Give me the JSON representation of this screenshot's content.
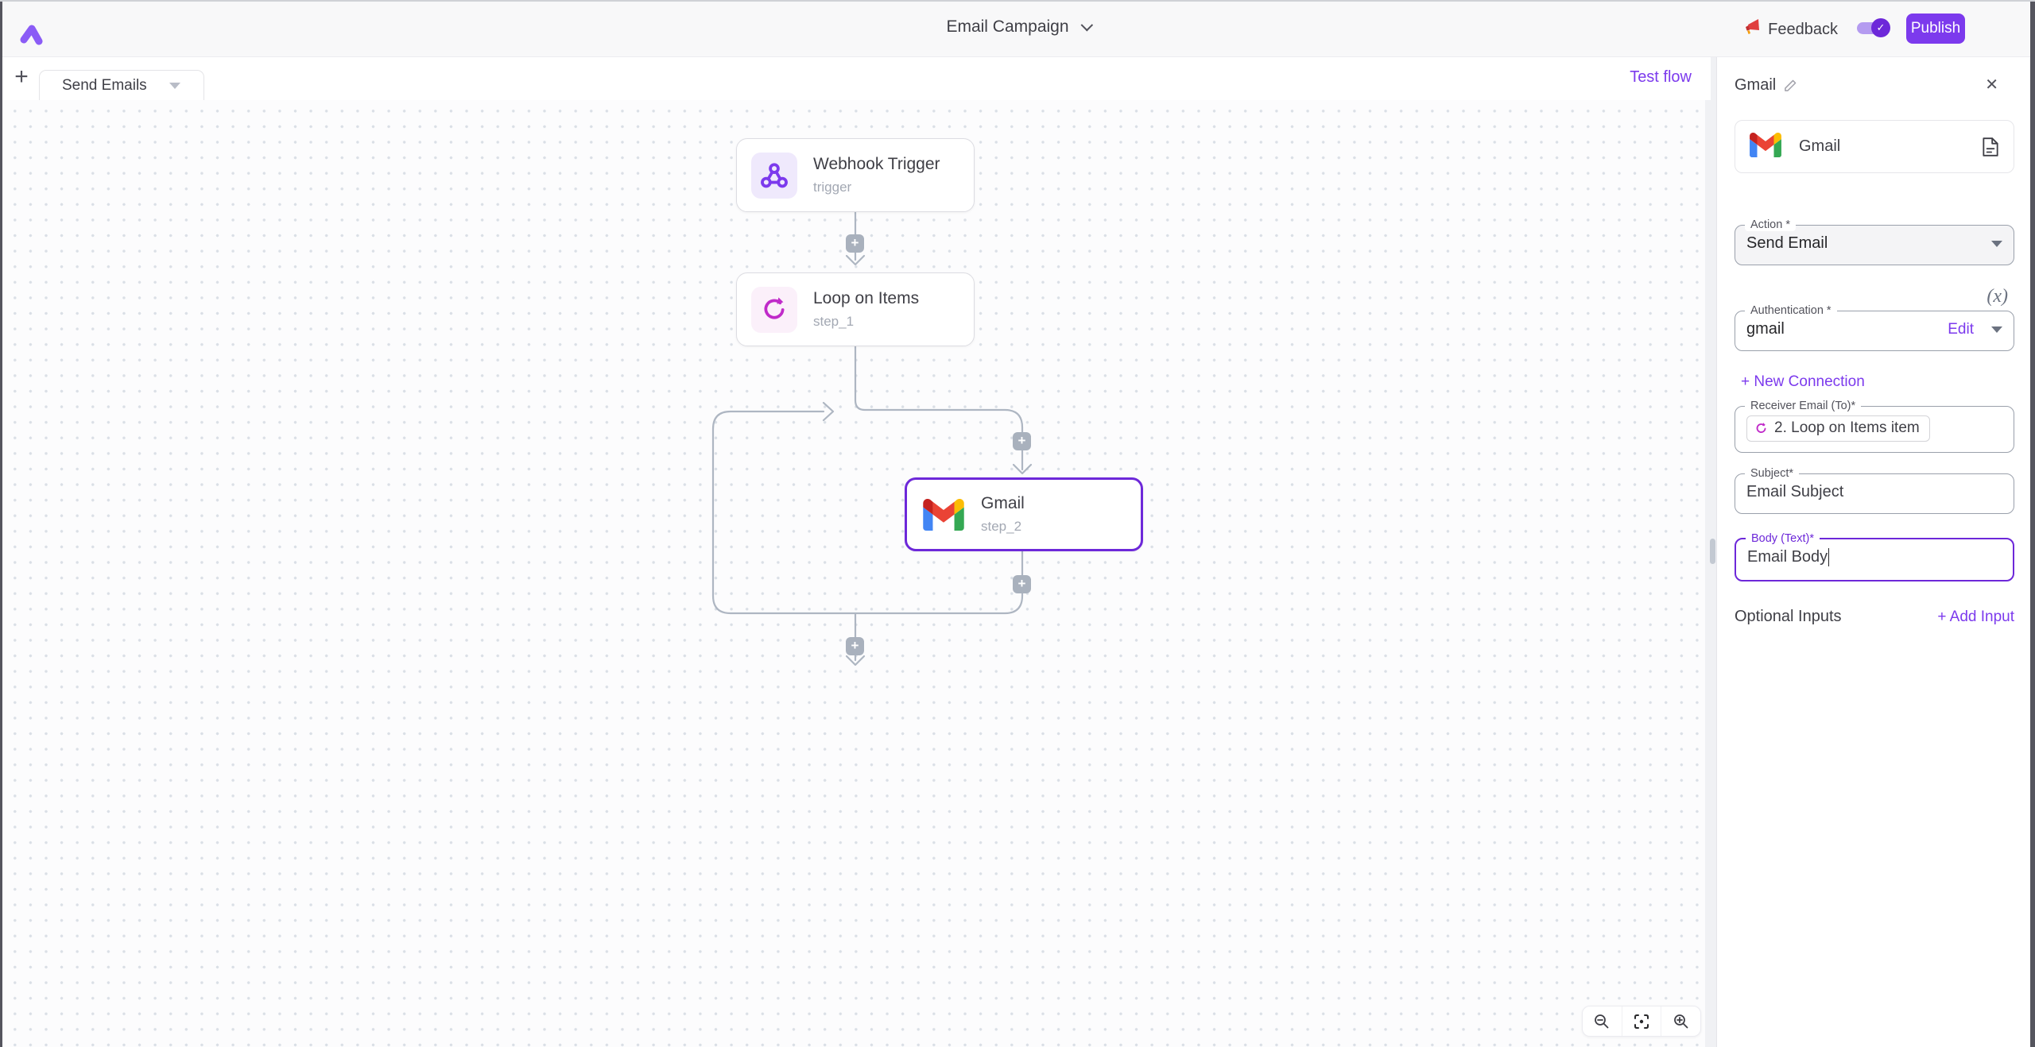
{
  "topbar": {
    "title": "Email Campaign",
    "feedback_label": "Feedback",
    "publish_label": "Publish"
  },
  "tabbar": {
    "flow_tab_label": "Send Emails",
    "test_flow_label": "Test flow"
  },
  "canvas": {
    "nodes": [
      {
        "id": "trigger",
        "title": "Webhook Trigger",
        "subtitle": "trigger",
        "icon": "webhook-icon"
      },
      {
        "id": "step_1",
        "title": "Loop on Items",
        "subtitle": "step_1",
        "icon": "loop-icon"
      },
      {
        "id": "step_2",
        "title": "Gmail",
        "subtitle": "step_2",
        "icon": "gmail-icon",
        "selected": true
      }
    ],
    "zoom_controls": [
      "zoom-out-icon",
      "fit-view-icon",
      "zoom-in-icon"
    ]
  },
  "panel": {
    "title": "Gmail",
    "piece_name": "Gmail",
    "action": {
      "label": "Action *",
      "value": "Send Email"
    },
    "auth": {
      "label": "Authentication *",
      "value": "gmail",
      "edit_label": "Edit"
    },
    "new_connection_label": "+ New Connection",
    "receiver": {
      "label": "Receiver Email (To)*",
      "chip_text": "2. Loop on Items item"
    },
    "subject": {
      "label": "Subject*",
      "value": "Email Subject"
    },
    "body": {
      "label": "Body (Text)*",
      "value": "Email Body"
    },
    "dynamic_value_icon": "(x)",
    "optional_inputs_label": "Optional Inputs",
    "add_input_label": "+ Add Input"
  },
  "colors": {
    "accent": "#7c3aed",
    "selected_border": "#6d28d9",
    "wire": "#aeb6c2",
    "loop_icon": "#c02bc9",
    "webhook_icon": "#7c3aed",
    "gmail_blue": "#4285f4",
    "gmail_green": "#34a853",
    "gmail_yellow": "#fbbc04",
    "gmail_red": "#ea4335",
    "gmail_darkred": "#c5221f"
  }
}
